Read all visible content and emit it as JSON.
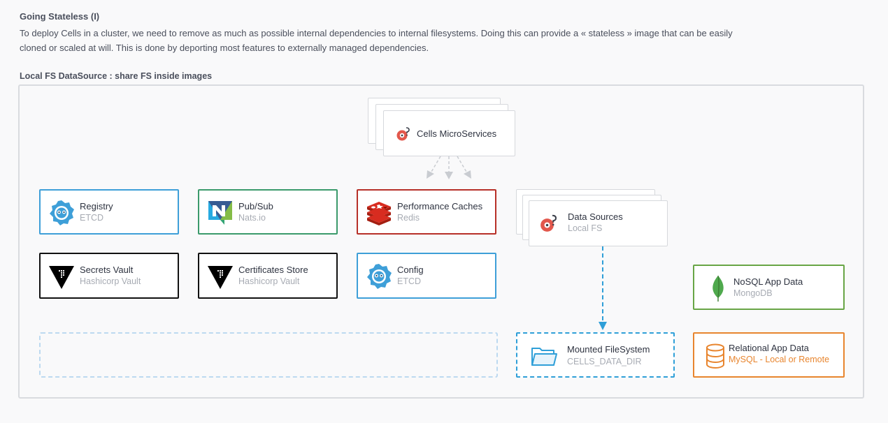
{
  "header": {
    "title": "Going Stateless (I)",
    "description_line1": "To deploy Cells in a cluster, we need to remove as much as possible internal dependencies to internal filesystems. Doing this can provide a « stateless » image that can be easily",
    "description_line2": "cloned or scaled at will.  This is done by deporting most features to externally managed dependencies."
  },
  "diagram": {
    "subtitle": "Local FS DataSource : share FS inside images",
    "microservices": {
      "title": "Cells MicroServices"
    },
    "registry": {
      "title": "Registry",
      "subtitle": "ETCD"
    },
    "pubsub": {
      "title": "Pub/Sub",
      "subtitle": "Nats.io"
    },
    "caches": {
      "title": "Performance Caches",
      "subtitle": "Redis"
    },
    "datasources": {
      "title": "Data Sources",
      "subtitle": "Local FS"
    },
    "secrets": {
      "title": "Secrets Vault",
      "subtitle": "Hashicorp Vault"
    },
    "certificates": {
      "title": "Certificates Store",
      "subtitle": "Hashicorp Vault"
    },
    "config": {
      "title": "Config",
      "subtitle": "ETCD"
    },
    "nosql": {
      "title": "NoSQL App Data",
      "subtitle": "MongoDB"
    },
    "filesystem": {
      "title": "Mounted FileSystem",
      "subtitle": "CELLS_DATA_DIR"
    },
    "relational": {
      "title": "Relational App Data",
      "subtitle": "MySQL - Local or Remote"
    }
  },
  "colors": {
    "etcd_blue": "#3e9fd8",
    "nats_green": "#3b9a6b",
    "redis_red": "#b73028",
    "vault_black": "#111111",
    "mongo_green": "#68a545",
    "mysql_orange": "#e8852e",
    "cells_red": "#e2574c"
  }
}
